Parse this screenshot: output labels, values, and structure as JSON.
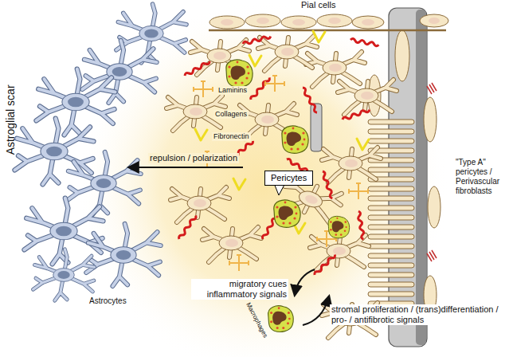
{
  "diagram": {
    "nodes": [
      {
        "text": [
          "Pericytes"
        ]
      }
    ],
    "labels": [
      "Pial cells",
      "Laminins",
      "Collagens",
      "Fibronectin",
      "repulsion / polarization",
      "\"Type A\" pericytes / Perivascular fibroblasts",
      "Astroglial scar",
      "Astrocytes",
      "migratory cues inflammatory signals",
      "Macrophages",
      "stromal proliferation / (trans)differentiation / pro- / antifibrotic signals"
    ]
  }
}
